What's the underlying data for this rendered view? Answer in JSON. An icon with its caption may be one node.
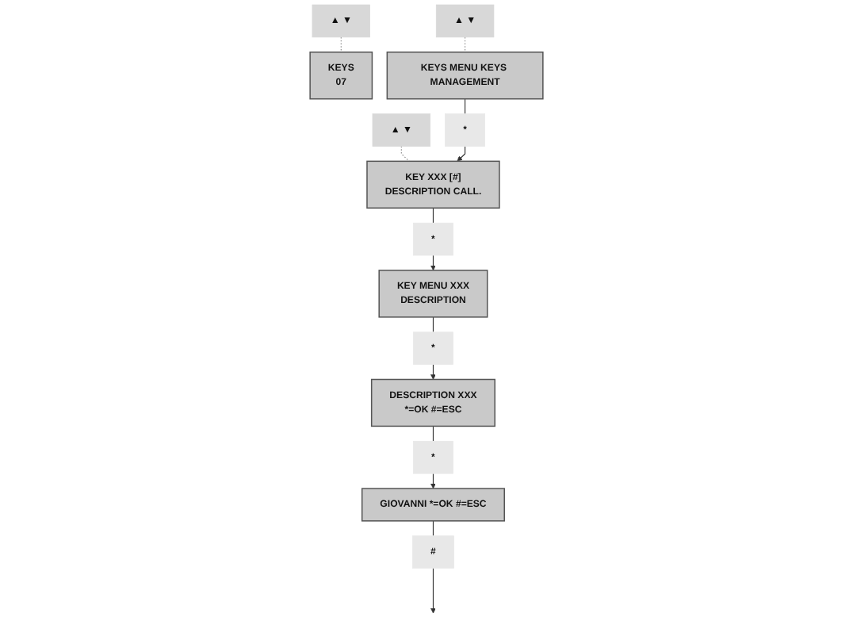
{
  "diagram": {
    "nodes": [
      {
        "text": [
          "KEYS",
          "07"
        ]
      },
      {
        "text": [
          "KEYS MENU KEYS MANAGEMENT"
        ]
      },
      {
        "text": [
          "KEY XXX [#]",
          "DESCRIPTION CALL."
        ]
      },
      {
        "text": [
          "KEY MENU XXX",
          "DESCRIPTION"
        ]
      },
      {
        "text": [
          "DESCRIPTION XXX",
          "*=OK #=ESC"
        ]
      },
      {
        "text": [
          "GIOVANNI *=OK #=ESC"
        ]
      },
      {
        "text": [
          "▲",
          "▼"
        ]
      },
      {
        "text": [
          "▲",
          "▼"
        ]
      },
      {
        "text": [
          "▲",
          "▼"
        ]
      },
      {
        "text": [
          "*"
        ]
      },
      {
        "text": [
          "*"
        ]
      },
      {
        "text": [
          "*"
        ]
      },
      {
        "text": [
          "*"
        ]
      },
      {
        "text": [
          "#"
        ]
      }
    ],
    "edges": [
      {
        "from": 6,
        "to": 0,
        "arrow": "none",
        "style": "dashed"
      },
      {
        "from": 7,
        "to": 1,
        "arrow": "none",
        "style": "dashed"
      },
      {
        "from": 8,
        "to": 2,
        "arrow": "none",
        "style": "dashed"
      },
      {
        "from": 1,
        "to": 9,
        "arrow": "none"
      },
      {
        "from": 9,
        "to": 2,
        "arrow": "to"
      },
      {
        "from": 2,
        "to": 10,
        "arrow": "none"
      },
      {
        "from": 10,
        "to": 3,
        "arrow": "to"
      },
      {
        "from": 3,
        "to": 11,
        "arrow": "none"
      },
      {
        "from": 11,
        "to": 4,
        "arrow": "to"
      },
      {
        "from": 4,
        "to": 12,
        "arrow": "none"
      },
      {
        "from": 12,
        "to": 5,
        "arrow": "to"
      },
      {
        "from": 5,
        "to": 13,
        "arrow": "none"
      },
      {
        "from": 13,
        "to": null,
        "arrow": "to"
      }
    ]
  }
}
